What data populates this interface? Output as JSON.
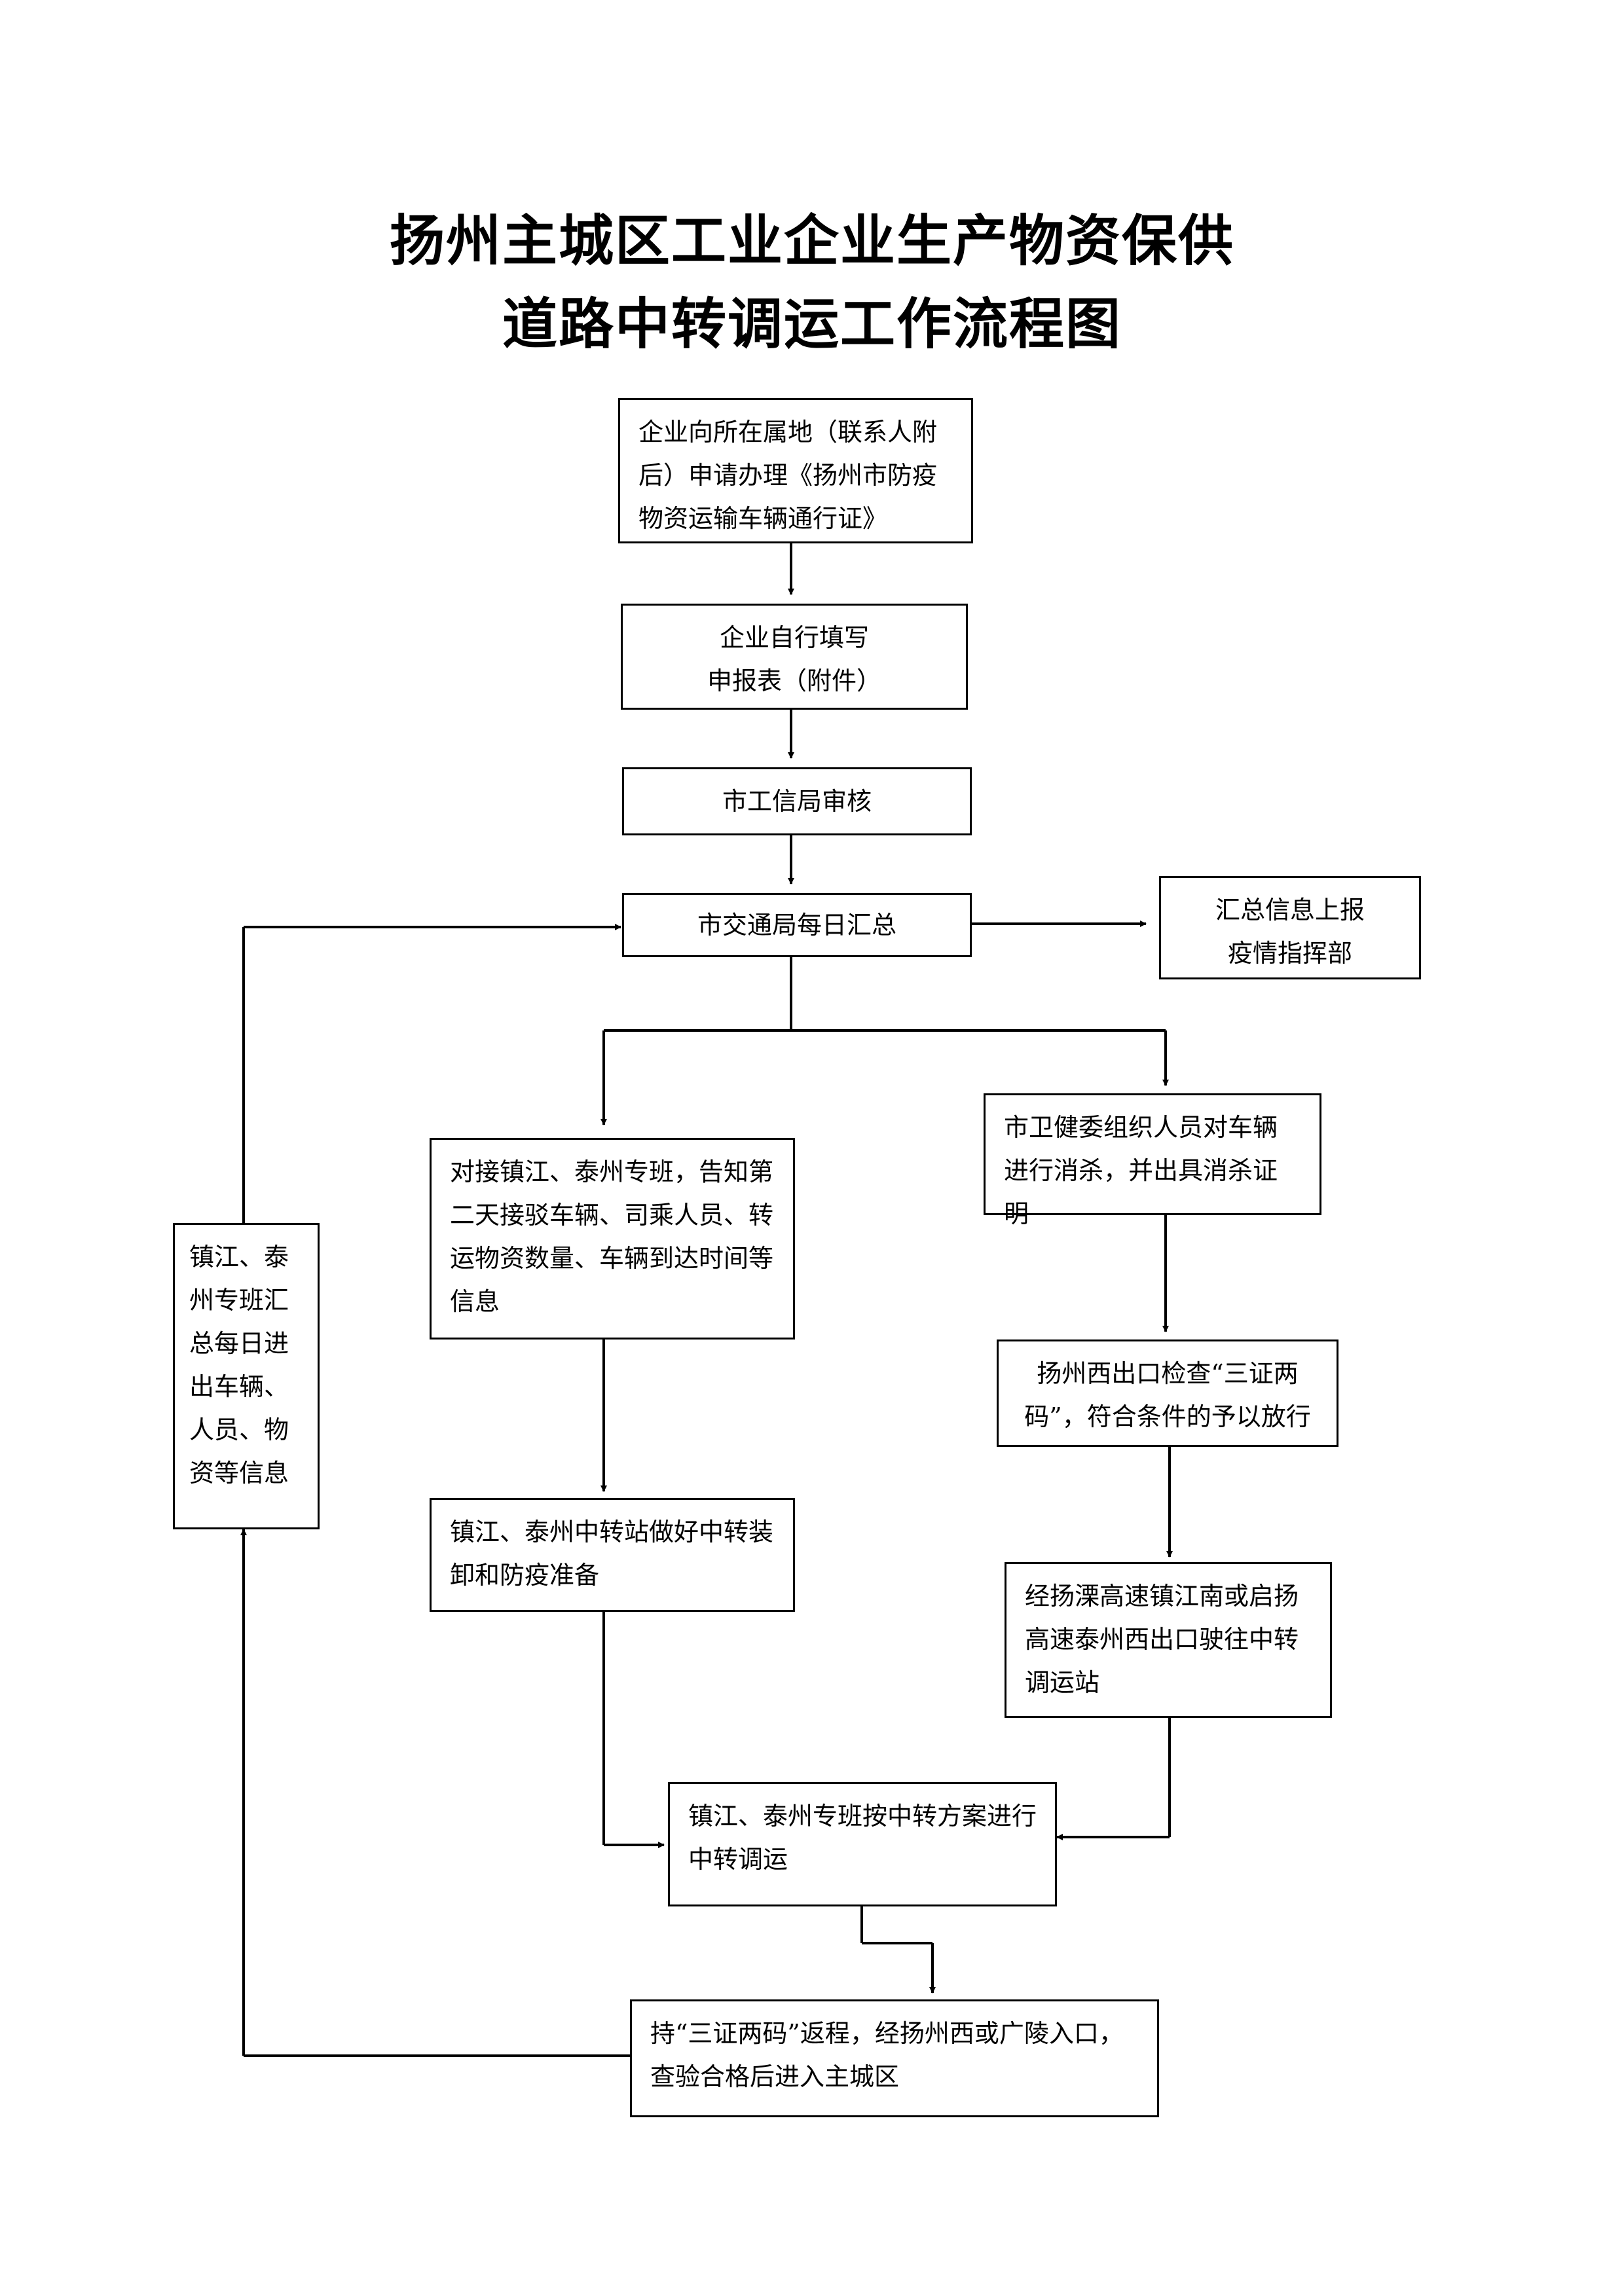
{
  "title": {
    "line1": "扬州主城区工业企业生产物资保供",
    "line2": "道路中转调运工作流程图"
  },
  "nodes": {
    "apply_pass": "企业向所在属地（联系人附后）申请办理《扬州市防疫物资运输车辆通行证》",
    "fill_form": "企业自行填写\n申报表（附件）",
    "review": "市工信局审核",
    "daily_summary": "市交通局每日汇总",
    "report": "汇总信息上报\n疫情指挥部",
    "connect_teams": "对接镇江、泰州专班，告知第二天接驳车辆、司乘人员、转运物资数量、车辆到达时间等信息",
    "disinfect": "市卫健委组织人员对车辆进行消杀，并出具消杀证明",
    "exit_check": "扬州西出口检查“三证两码”，符合条件的予以放行",
    "highway": "经扬溧高速镇江南或启扬高速泰州西出口驶往中转调运站",
    "transfer_prep": "镇江、泰州中转站做好中转装卸和防疫准备",
    "transfer": "镇江、泰州专班按中转方案进行中转调运",
    "return": "持“三证两码”返程，经扬州西或广陵入口，查验合格后进入主城区",
    "feedback": "镇江、泰州专班汇总每日进出车辆、人员、物资等信息"
  }
}
